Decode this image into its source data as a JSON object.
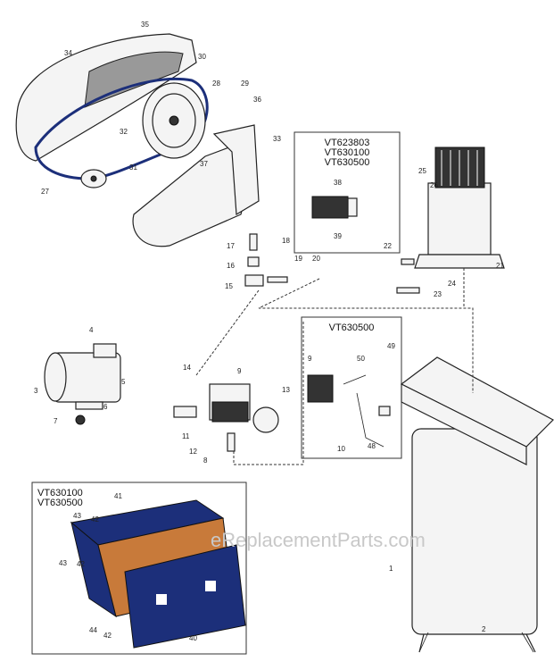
{
  "diagram": {
    "callouts": [
      "35",
      "34",
      "30",
      "28",
      "29",
      "36",
      "33",
      "32",
      "31",
      "27",
      "37",
      "38",
      "39",
      "25",
      "26",
      "21",
      "22",
      "24",
      "23",
      "17",
      "18",
      "16",
      "19",
      "20",
      "15",
      "4",
      "5",
      "3",
      "6",
      "7",
      "14",
      "9",
      "13",
      "11",
      "12",
      "8",
      "9",
      "50",
      "49",
      "10",
      "48",
      "1",
      "2",
      "41",
      "43",
      "42",
      "43",
      "42",
      "44",
      "42",
      "40"
    ],
    "variant_boxes": [
      {
        "models": [
          "VT623803",
          "VT630100",
          "VT630500"
        ]
      },
      {
        "models": [
          "VT630500"
        ]
      },
      {
        "models": [
          "VT630100",
          "VT630500"
        ]
      }
    ],
    "watermark": "eReplacementParts.com",
    "colors": {
      "belt": "#1c2f7a",
      "panel": "#1c2f7a",
      "line": "#222222"
    }
  }
}
